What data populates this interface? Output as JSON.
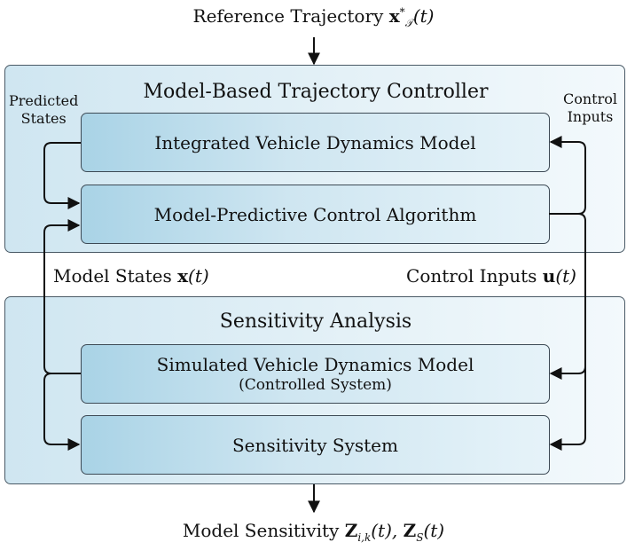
{
  "top_input": {
    "prefix": "Reference Trajectory",
    "symbol": "x",
    "sup": "*",
    "sub": "𝒯",
    "arg": "(t)"
  },
  "controller_panel": {
    "title": "Model-Based Trajectory Controller",
    "left_note": [
      "Predicted",
      "States"
    ],
    "right_note": [
      "Control",
      "Inputs"
    ],
    "box_model": "Integrated Vehicle Dynamics Model",
    "box_mpc": "Model-Predictive Control Algorithm"
  },
  "middle_labels": {
    "left_prefix": "Model States",
    "left_symbol": "x",
    "left_arg": "(t)",
    "right_prefix": "Control Inputs",
    "right_symbol": "u",
    "right_arg": "(t)"
  },
  "sensitivity_panel": {
    "title": "Sensitivity Analysis",
    "box_sim_title": "Simulated Vehicle Dynamics Model",
    "box_sim_sub": "(Controlled System)",
    "box_sens": "Sensitivity System"
  },
  "bottom_output": {
    "prefix": "Model Sensitivity",
    "symbol1": "Z",
    "sub1": "i,k",
    "arg1": "(t),",
    "symbol2": "Z",
    "sub2": "S",
    "arg2": "(t)"
  }
}
